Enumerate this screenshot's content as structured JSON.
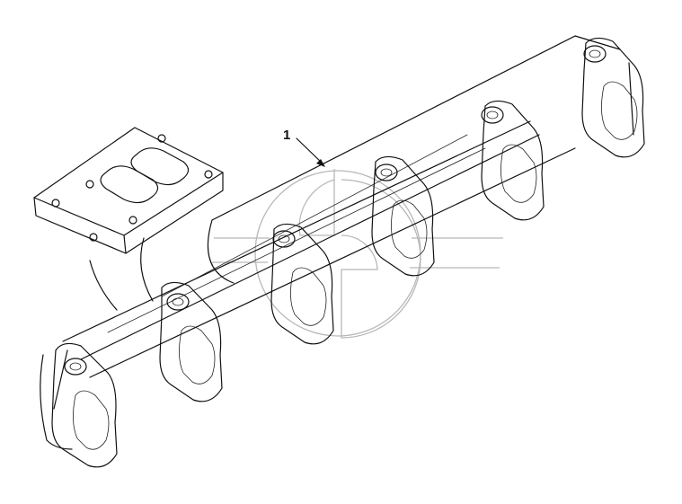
{
  "figure": {
    "callouts": [
      {
        "label": "1"
      }
    ],
    "part": {
      "ports": 6,
      "turbo_flange_bolts": 6
    },
    "colors": {
      "line": "#111111",
      "background": "#ffffff",
      "watermark": "#b8b8b8"
    }
  }
}
